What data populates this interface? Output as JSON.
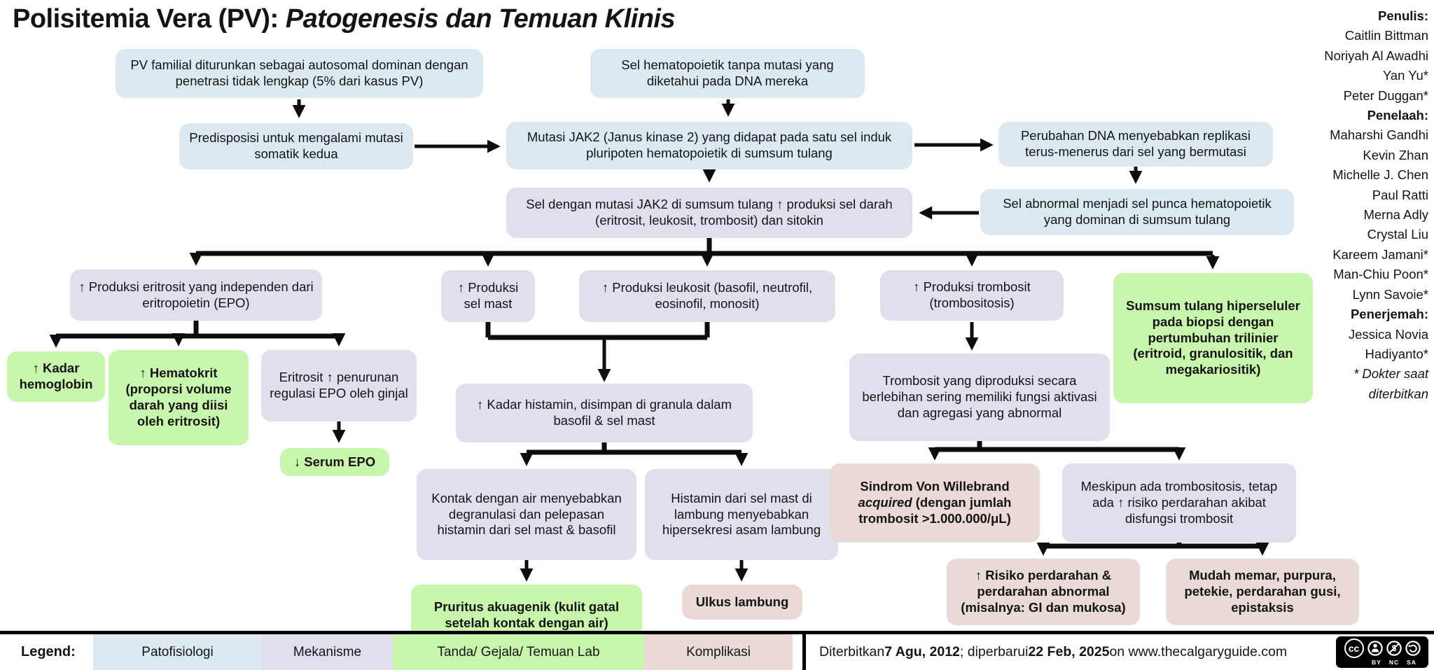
{
  "title": {
    "prefix": "Polisitemia Vera (PV): ",
    "emphasis": "Patogenesis dan Temuan Klinis"
  },
  "credits": {
    "lines": [
      "Penulis:",
      "Caitlin Bittman",
      "Noriyah Al Awadhi",
      "Yan Yu*",
      "Peter Duggan*",
      "Penelaah:",
      "Maharshi Gandhi",
      "Kevin Zhan",
      "Michelle J. Chen",
      "Paul Ratti",
      "Merna Adly",
      "Crystal Liu",
      "Kareem Jamani*",
      "Man-Chiu Poon*",
      "Lynn Savoie*",
      "Penerjemah:",
      "Jessica Novia",
      "Hadiyanto*",
      "* Dokter saat",
      "diterbitkan"
    ]
  },
  "boxes": {
    "familial": {
      "text": "PV familial diturunkan sebagai autosomal dominan dengan penetrasi tidak lengkap (5% dari kasus PV)"
    },
    "no_mutation": {
      "text": "Sel hematopoietik tanpa mutasi yang diketahui pada DNA mereka"
    },
    "predisposition": {
      "text": "Predisposisi untuk mengalami mutasi somatik kedua"
    },
    "jak2": {
      "text": "Mutasi JAK2 (Janus kinase 2) yang didapat pada satu sel induk pluripoten hematopoietik di sumsum tulang"
    },
    "dna_change": {
      "text": "Perubahan DNA menyebabkan replikasi terus-menerus dari sel yang bermutasi"
    },
    "jak2_marrow": {
      "text": "Sel dengan mutasi JAK2 di sumsum tulang ↑ produksi sel darah (eritrosit, leukosit, trombosit) dan sitokin"
    },
    "abnormal_cell": {
      "text": "Sel abnormal menjadi sel punca hematopoietik yang dominan di sumsum tulang"
    },
    "eritrosit_prod": {
      "text": "↑ Produksi eritrosit yang independen dari eritropoietin (EPO)"
    },
    "mast_prod": {
      "text": "↑ Produksi sel mast"
    },
    "leukosit_prod": {
      "text": "↑ Produksi leukosit (basofil, neutrofil, eosinofil, monosit)"
    },
    "trombosit_prod": {
      "text": "↑ Produksi trombosit (trombositosis)"
    },
    "marrow_biopsy": {
      "text": "Sumsum tulang hiperseluler pada biopsi dengan pertumbuhan trilinier (eritroid, granulositik, dan megakariositik)"
    },
    "hemoglobin": {
      "text": "↑ Kadar hemoglobin"
    },
    "hematokrit": {
      "text": "↑ Hematokrit (proporsi volume darah yang diisi oleh eritrosit)"
    },
    "eritrosit_epo": {
      "text": "Eritrosit ↑ penurunan regulasi EPO oleh ginjal"
    },
    "serum_epo": {
      "text": "↓ Serum EPO"
    },
    "histamin": {
      "text": "↑ Kadar histamin, disimpan di granula dalam basofil & sel mast"
    },
    "kontak_air": {
      "text": "Kontak dengan air menyebabkan degranulasi dan pelepasan histamin dari sel mast & basofil"
    },
    "histamin_lambung": {
      "text": "Histamin dari sel mast di lambung menyebabkan hipersekresi asam lambung"
    },
    "pruritus": {
      "text": "Pruritus akuagenik (kulit gatal setelah kontak dengan air)"
    },
    "ulkus": {
      "text": "Ulkus lambung"
    },
    "trombosit_abnormal": {
      "text": "Trombosit yang diproduksi secara berlebihan sering memiliki fungsi aktivasi dan agregasi yang abnormal"
    },
    "vwd": {
      "p1": "Sindrom Von Willebrand ",
      "p2": "acquired",
      "p3": " (dengan jumlah trombosit >1.000.000/μL)"
    },
    "meskipun": {
      "text": "Meskipun ada trombositosis, tetap ada ↑ risiko perdarahan akibat disfungsi trombosit"
    },
    "risiko": {
      "text": "↑ Risiko perdarahan & perdarahan abnormal (misalnya: GI dan mukosa)"
    },
    "mudah_memar": {
      "text": "Mudah memar, purpura, petekie, perdarahan gusi, epistaksis"
    }
  },
  "legend": {
    "label": "Legend:",
    "items": [
      {
        "label": "Patofisiologi",
        "color": "#dde9f0"
      },
      {
        "label": "Mekanisme",
        "color": "#e2dfed"
      },
      {
        "label": "Tanda/ Gejala/ Temuan Lab",
        "color": "#c9f6ad"
      },
      {
        "label": "Komplikasi",
        "color": "#e9dad6"
      }
    ]
  },
  "footer": {
    "p1": "Diterbitkan ",
    "d1": "7 Agu, 2012",
    "p2": "; diperbarui ",
    "d2": "22 Feb, 2025",
    "p3": " on www.thecalgaryguide.com"
  },
  "license": {
    "cc_label": "cc",
    "by": "BY",
    "nc": "NC",
    "sa": "SA"
  },
  "colors": {
    "patofisiologi_blue": "#dde9f0",
    "mekanisme_purple": "#e2dfed",
    "tanda_green": "#c9f6ad",
    "komplikasi_pink": "#e9dad6",
    "arrow_black": "#0d0d0d"
  }
}
